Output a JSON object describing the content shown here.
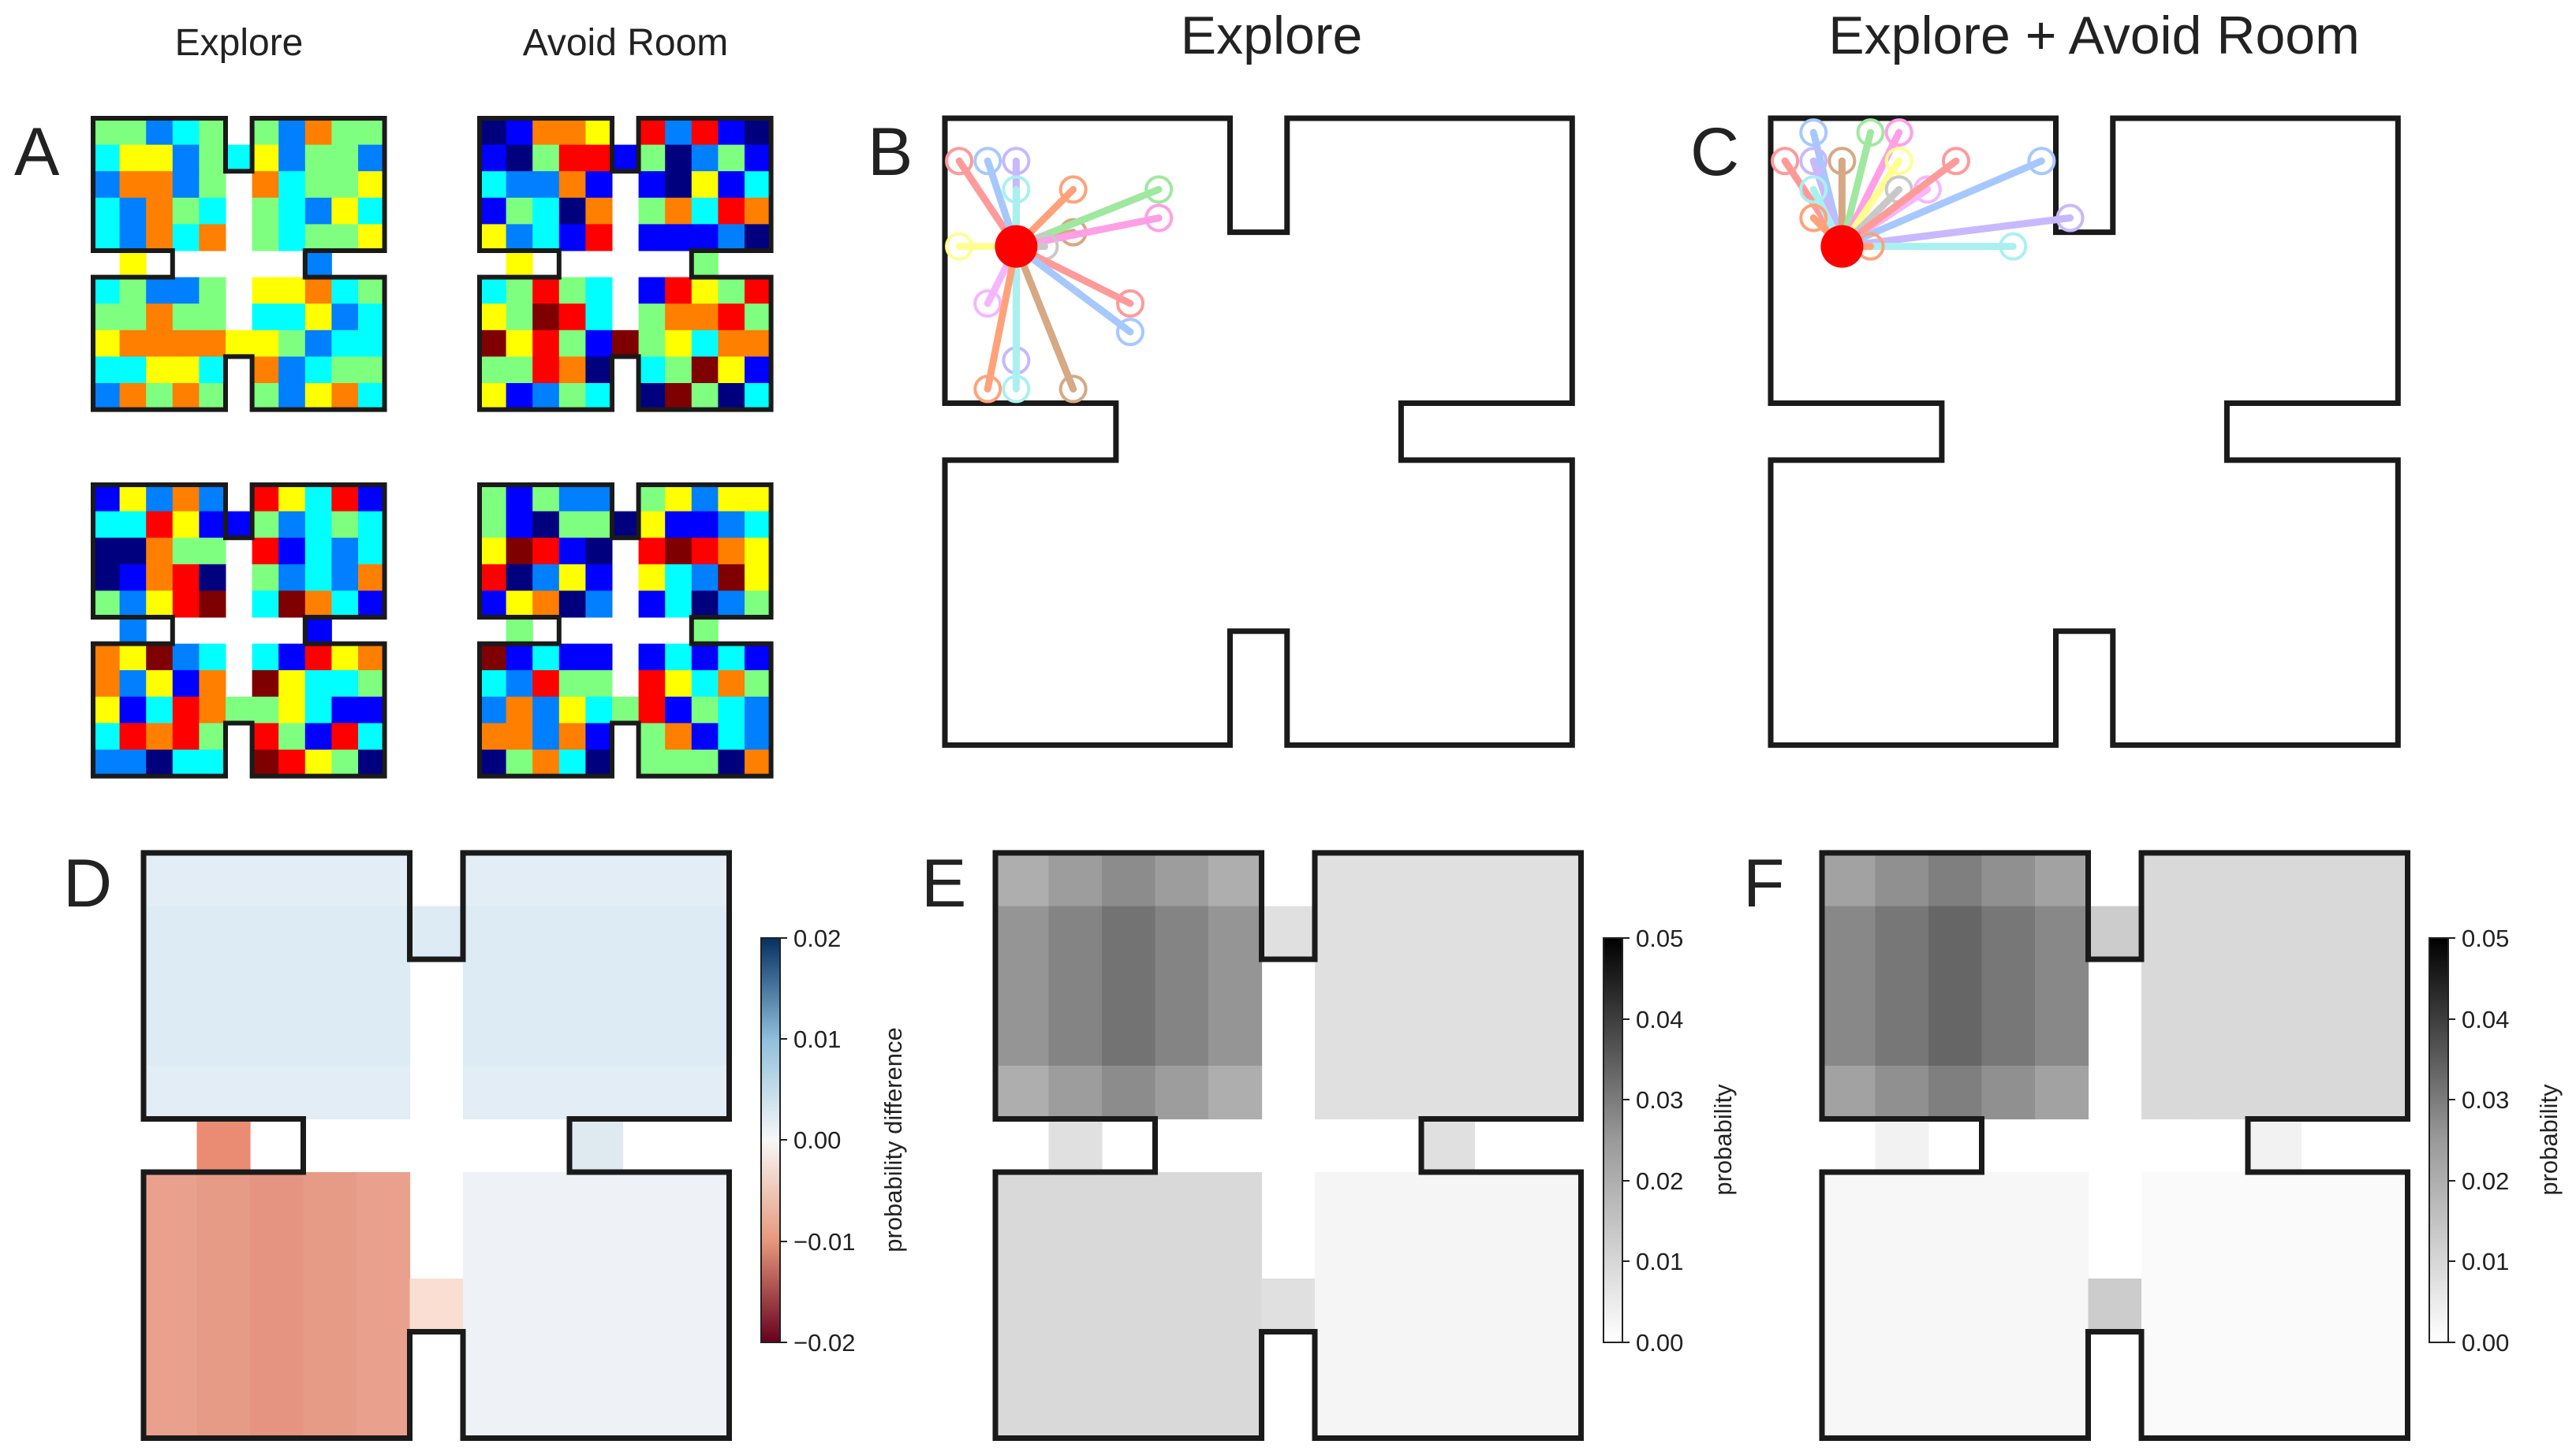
{
  "columns": {
    "explore_small": "Explore",
    "avoid_small": "Avoid Room",
    "explore_big": "Explore",
    "explore_avoid_big": "Explore + Avoid Room"
  },
  "panels": {
    "A": "A",
    "B": "B",
    "C": "C",
    "D": "D",
    "E": "E",
    "F": "F"
  },
  "colorbars": {
    "D": {
      "label": "probability difference",
      "ticks": [
        "0.02",
        "0.01",
        "0.00",
        "−0.01",
        "−0.02"
      ],
      "range": [
        -0.02,
        0.02
      ],
      "colormap": "RdBu"
    },
    "E": {
      "label": "probability",
      "ticks": [
        "0.05",
        "0.04",
        "0.03",
        "0.02",
        "0.01",
        "0.00"
      ],
      "range": [
        0,
        0.05
      ],
      "colormap": "Greys"
    },
    "F": {
      "label": "probability",
      "ticks": [
        "0.05",
        "0.04",
        "0.03",
        "0.02",
        "0.01",
        "0.00"
      ],
      "range": [
        0,
        0.05
      ],
      "colormap": "Greys"
    }
  },
  "agent_color": "#ff0000",
  "colormaps": {
    "jet": [
      "#00007f",
      "#0000ff",
      "#007fff",
      "#00ffff",
      "#7fff7f",
      "#ffff00",
      "#ff7f00",
      "#ff0000",
      "#7f0000"
    ]
  }
}
